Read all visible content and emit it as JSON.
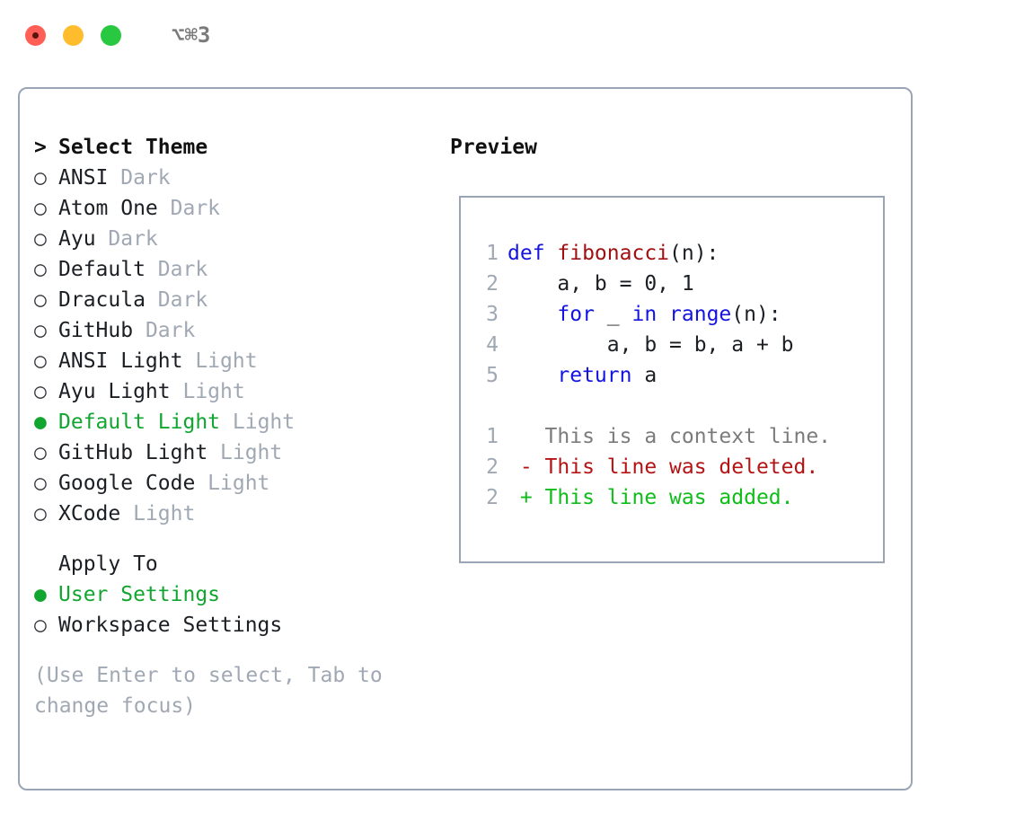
{
  "titlebar": {
    "shortcut": "⌥⌘3",
    "lights": [
      {
        "name": "close",
        "color": "#ff5f57"
      },
      {
        "name": "minimize",
        "color": "#ffbd2e"
      },
      {
        "name": "zoom",
        "color": "#28c840"
      }
    ]
  },
  "theme_picker": {
    "heading": "Select Theme",
    "heading_marker": ">",
    "marker_selected": "●",
    "marker_unselected": "○",
    "items": [
      {
        "label": "ANSI",
        "variant": "Dark",
        "selected": false
      },
      {
        "label": "Atom One",
        "variant": "Dark",
        "selected": false
      },
      {
        "label": "Ayu",
        "variant": "Dark",
        "selected": false
      },
      {
        "label": "Default",
        "variant": "Dark",
        "selected": false
      },
      {
        "label": "Dracula",
        "variant": "Dark",
        "selected": false
      },
      {
        "label": "GitHub",
        "variant": "Dark",
        "selected": false
      },
      {
        "label": "ANSI Light",
        "variant": "Light",
        "selected": false
      },
      {
        "label": "Ayu Light",
        "variant": "Light",
        "selected": false
      },
      {
        "label": "Default Light",
        "variant": "Light",
        "selected": true
      },
      {
        "label": "GitHub Light",
        "variant": "Light",
        "selected": false
      },
      {
        "label": "Google Code",
        "variant": "Light",
        "selected": false
      },
      {
        "label": "XCode",
        "variant": "Light",
        "selected": false
      }
    ]
  },
  "apply_to": {
    "heading": "Apply To",
    "options": [
      {
        "label": "User Settings",
        "selected": true
      },
      {
        "label": "Workspace Settings",
        "selected": false
      }
    ]
  },
  "hint": "(Use Enter to select, Tab to change focus)",
  "preview": {
    "title": "Preview",
    "code_lines": [
      {
        "no": "1",
        "tokens": [
          {
            "t": "def ",
            "c": "kw"
          },
          {
            "t": "fibonacci",
            "c": "fn"
          },
          {
            "t": "(n):",
            "c": "txt"
          }
        ]
      },
      {
        "no": "2",
        "tokens": [
          {
            "t": "    a, b = 0, 1",
            "c": "txt"
          }
        ]
      },
      {
        "no": "3",
        "tokens": [
          {
            "t": "    ",
            "c": "txt"
          },
          {
            "t": "for",
            "c": "kw"
          },
          {
            "t": " _ ",
            "c": "txt"
          },
          {
            "t": "in range",
            "c": "kw"
          },
          {
            "t": "(n):",
            "c": "txt"
          }
        ]
      },
      {
        "no": "4",
        "tokens": [
          {
            "t": "        a, b = b, a + b",
            "c": "txt"
          }
        ]
      },
      {
        "no": "5",
        "tokens": [
          {
            "t": "    ",
            "c": "txt"
          },
          {
            "t": "return",
            "c": "kw"
          },
          {
            "t": " a",
            "c": "txt"
          }
        ]
      }
    ],
    "diff_lines": [
      {
        "no": "1",
        "prefix": "  ",
        "text": "This is a context line.",
        "kind": "ctx"
      },
      {
        "no": "2",
        "prefix": "- ",
        "text": "This line was deleted.",
        "kind": "del"
      },
      {
        "no": "2",
        "prefix": "+ ",
        "text": "This line was added.",
        "kind": "add"
      }
    ]
  },
  "colors": {
    "accent_green": "#12a530",
    "muted": "#a0a8b4",
    "border": "#9aa5b5",
    "keyword_blue": "#1414e0",
    "function_red": "#a01010",
    "diff_add": "#0fbd1a",
    "diff_del": "#b41414"
  }
}
